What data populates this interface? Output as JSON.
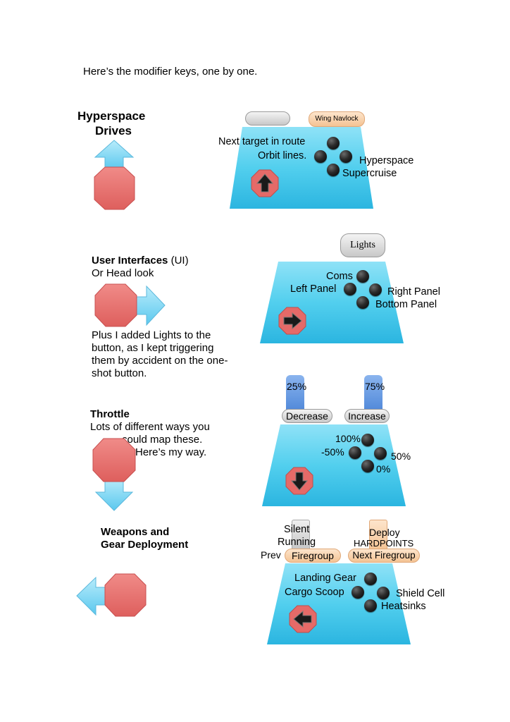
{
  "intro": "Here’s the modifier keys, one by one.",
  "colors": {
    "panel": "#4fd0ee",
    "octagon": "#e97a78",
    "arrow": "#7ed4f2",
    "button": "#111111",
    "pill_grey": "#d6d6d6",
    "pill_orange": "#f7d1aa",
    "tab_blue": "#5b92e0"
  },
  "sections": {
    "hyperspace": {
      "title_line1": "Hyperspace",
      "title_line2": "Drives",
      "icon": "octagon-arrow-up",
      "hat_icon": "arrow-up-icon",
      "pill_left": "",
      "pill_right": "Wing Navlock",
      "labels": {
        "up": "Next target in route",
        "left": "Orbit lines.",
        "right": "Hyperspace",
        "down": "Supercruise"
      }
    },
    "ui": {
      "title": "User Interfaces",
      "title_suffix": "(UI)",
      "line2": "Or Head look",
      "note_line1": "Plus I added Lights to the",
      "note_line2": "button, as I kept triggering",
      "note_line3": "them by accident on the one-",
      "note_line4": "shot button.",
      "icon": "octagon-arrow-right",
      "hat_icon": "arrow-right-icon",
      "pill_top": "Lights",
      "labels": {
        "up": "Coms",
        "left": "Left Panel",
        "right": "Right Panel",
        "down": "Bottom Panel"
      }
    },
    "throttle": {
      "title": "Throttle",
      "line1": "Lots of different ways you",
      "line2": "could map these.",
      "line3": "Here’s my way.",
      "icon": "octagon-arrow-down",
      "hat_icon": "arrow-down-icon",
      "tab_left": "25%",
      "tab_right": "75%",
      "pill_left": "Decrease",
      "pill_right": "Increase",
      "labels": {
        "up": "100%",
        "left": "-50%",
        "right": "50%",
        "down": "0%"
      }
    },
    "weapons": {
      "title_line1": "Weapons and",
      "title_line2": "Gear Deployment",
      "icon": "octagon-arrow-left",
      "hat_icon": "arrow-left-icon",
      "top_left_line1": "Silent",
      "top_left_line2": "Running",
      "top_right_line1": "Deploy",
      "top_right_line2": "HARDPOINTS",
      "pill_left_prefix": "Prev",
      "pill_left": "Firegroup",
      "pill_right": "Next Firegroup",
      "labels": {
        "up": "Landing Gear",
        "left": "Cargo Scoop",
        "right": "Shield Cell",
        "down": "Heatsinks"
      }
    }
  }
}
